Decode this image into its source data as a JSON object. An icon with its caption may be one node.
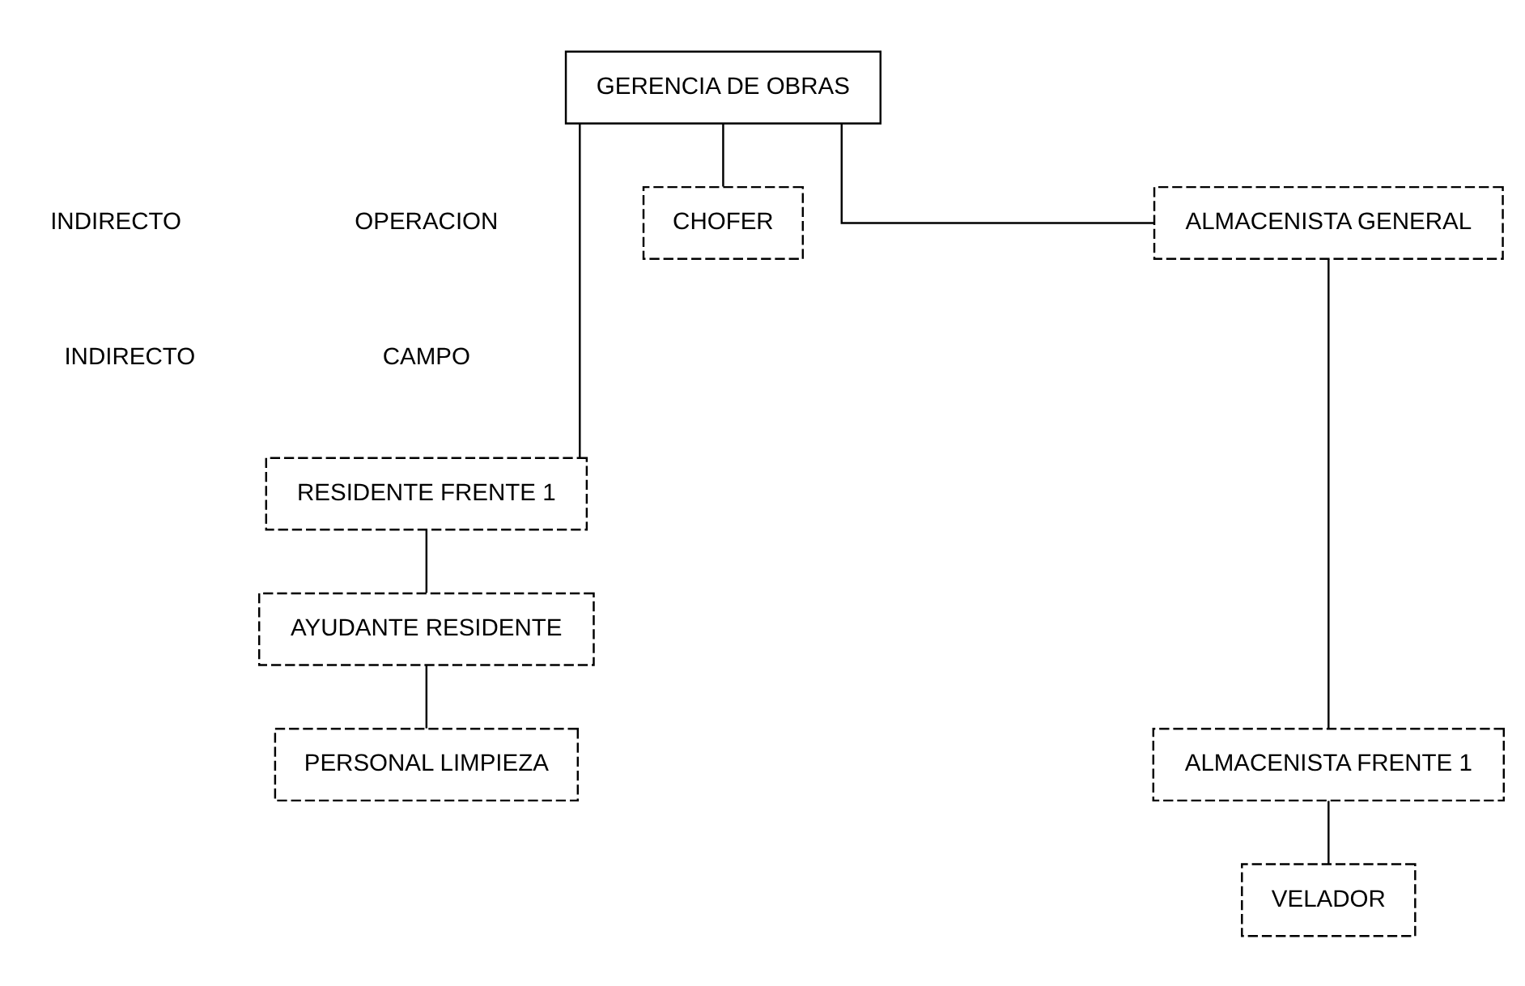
{
  "diagram": {
    "nodes": [
      {
        "text": [
          "GERENCIA DE OBRAS"
        ]
      },
      {
        "text": [
          "CHOFER"
        ]
      },
      {
        "text": [
          "RESIDENTE FRENTE 1"
        ]
      },
      {
        "text": [
          "AYUDANTE RESIDENTE"
        ]
      },
      {
        "text": [
          "PERSONAL LIMPIEZA"
        ]
      },
      {
        "text": [
          "ALMACENISTA GENERAL"
        ]
      },
      {
        "text": [
          "ALMACENISTA FRENTE 1"
        ]
      },
      {
        "text": [
          "VELADOR"
        ]
      }
    ],
    "edges": [
      {
        "from": 0,
        "to": 1,
        "arrow": "none"
      },
      {
        "from": 0,
        "to": 2,
        "arrow": "none"
      },
      {
        "from": 0,
        "to": 5,
        "arrow": "none"
      },
      {
        "from": 2,
        "to": 3,
        "arrow": "none"
      },
      {
        "from": 3,
        "to": 4,
        "arrow": "none"
      },
      {
        "from": 5,
        "to": 6,
        "arrow": "none"
      },
      {
        "from": 6,
        "to": 7,
        "arrow": "none"
      }
    ],
    "labels": [
      "INDIRECTO",
      "OPERACION",
      "INDIRECTO",
      "CAMPO"
    ]
  }
}
